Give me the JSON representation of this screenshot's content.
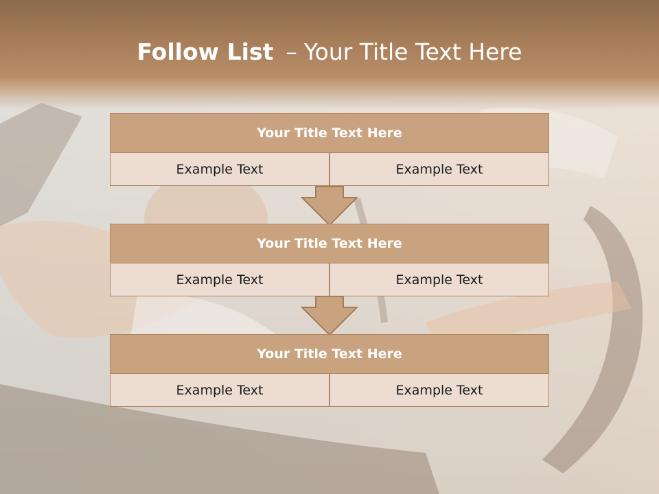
{
  "slide": {
    "title_bold": "Follow List",
    "title_dash": "–",
    "title_rest": "Your Title Text Here"
  },
  "blocks": [
    {
      "title": "Your Title Text Here",
      "left_text": "Example Text",
      "right_text": "Example Text"
    },
    {
      "title": "Your Title Text Here",
      "left_text": "Example Text",
      "right_text": "Example Text"
    },
    {
      "title": "Your Title Text Here",
      "left_text": "Example Text",
      "right_text": "Example Text"
    }
  ],
  "colors": {
    "title_band": "#a57c58",
    "block_head": "#c9a27f",
    "cell_fill": "#ecdcd2",
    "border": "#b08560",
    "arrow_fill": "#c9a27f"
  },
  "icons": [
    "down-arrow-icon",
    "down-arrow-icon"
  ]
}
